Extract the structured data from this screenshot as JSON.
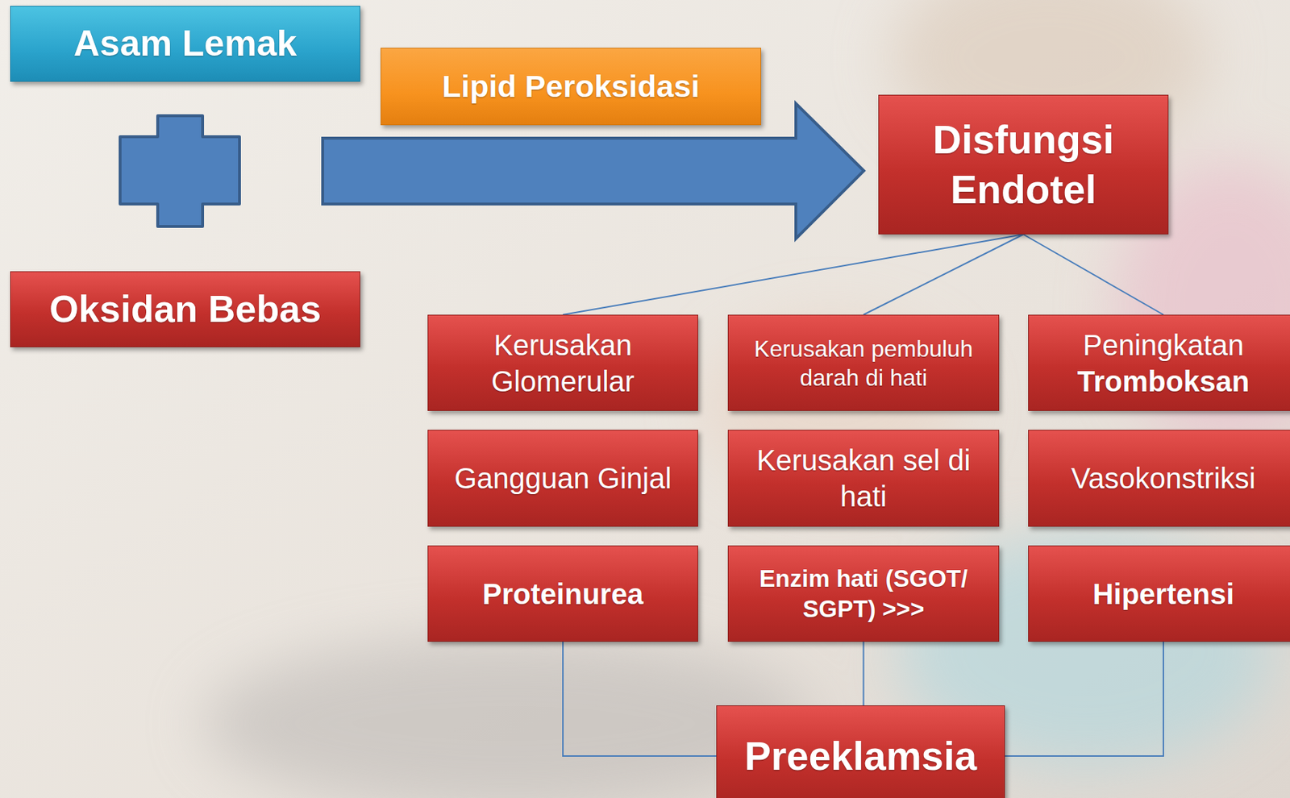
{
  "diagram": {
    "nodes": [
      {
        "text": [
          "Asam Lemak"
        ]
      },
      {
        "text": [
          "Lipid Peroksidasi"
        ]
      },
      {
        "text": [
          "Disfungsi Endotel"
        ]
      },
      {
        "text": [
          "Oksidan Bebas"
        ]
      },
      {
        "text": [
          "Kerusakan Glomerular"
        ]
      },
      {
        "text": [
          "Kerusakan pembuluh darah di hati"
        ]
      },
      {
        "text": [
          "Peningkatan",
          "Tromboksan"
        ]
      },
      {
        "text": [
          "Gangguan Ginjal"
        ]
      },
      {
        "text": [
          "Kerusakan sel di hati"
        ]
      },
      {
        "text": [
          "Vasokonstriksi"
        ]
      },
      {
        "text": [
          "Proteinurea"
        ]
      },
      {
        "text": [
          "Enzim hati (SGOT/ SGPT) >>>"
        ]
      },
      {
        "text": [
          "Hipertensi"
        ]
      },
      {
        "text": [
          "Preeklamsia"
        ]
      }
    ],
    "edges": [
      {
        "from": 2,
        "to": 4,
        "arrow": "none"
      },
      {
        "from": 2,
        "to": 5,
        "arrow": "none"
      },
      {
        "from": 2,
        "to": 6,
        "arrow": "none"
      },
      {
        "from": 10,
        "to": 13,
        "arrow": "none"
      },
      {
        "from": 11,
        "to": 13,
        "arrow": "none"
      },
      {
        "from": 12,
        "to": 13,
        "arrow": "none"
      }
    ]
  }
}
